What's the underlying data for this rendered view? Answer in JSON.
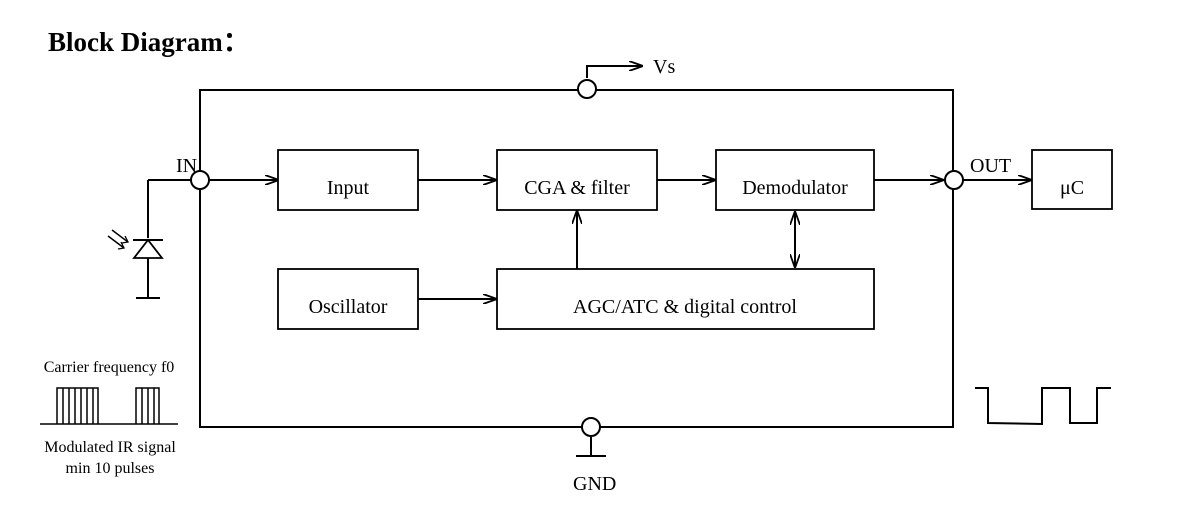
{
  "title": "Block Diagram：",
  "pins": {
    "vs": "Vs",
    "gnd": "GND",
    "in": "IN",
    "out": "OUT"
  },
  "blocks": {
    "input": "Input",
    "cga_filter": "CGA & filter",
    "demodulator": "Demodulator",
    "oscillator": "Oscillator",
    "agc_atc": "AGC/ATC & digital control",
    "microcontroller": "μC"
  },
  "signal": {
    "carrier_label": "Carrier frequency f0",
    "modulated_line1": "Modulated IR signal",
    "modulated_line2": "min 10 pulses"
  }
}
